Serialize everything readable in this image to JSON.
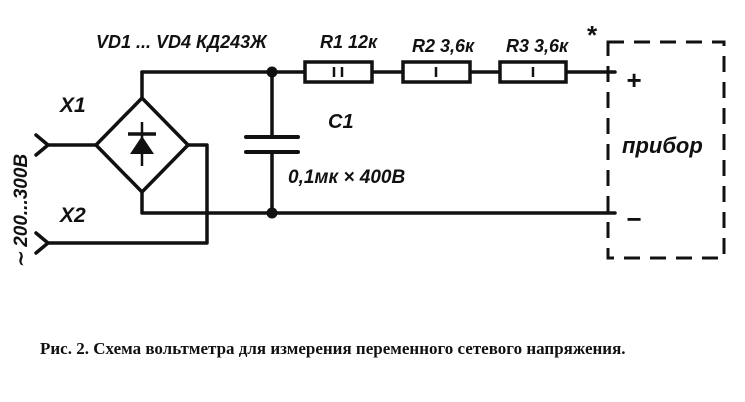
{
  "diagram": {
    "label_diodes": "VD1 ... VD4  КД243Ж",
    "label_r1": "R1 12к",
    "label_r2": "R2 3,6к",
    "label_r3": "R3 3,6к",
    "label_r3_mark": "*",
    "label_c1": "C1",
    "label_c1_value": "0,1мк × 400В",
    "label_x1": "X1",
    "label_x2": "X2",
    "label_input": "∼ 200...300В",
    "label_device": "прибор",
    "label_plus": "+",
    "label_minus": "−"
  },
  "caption": "Рис. 2. Схема вольтметра для измерения переменного сетевого напряжения."
}
